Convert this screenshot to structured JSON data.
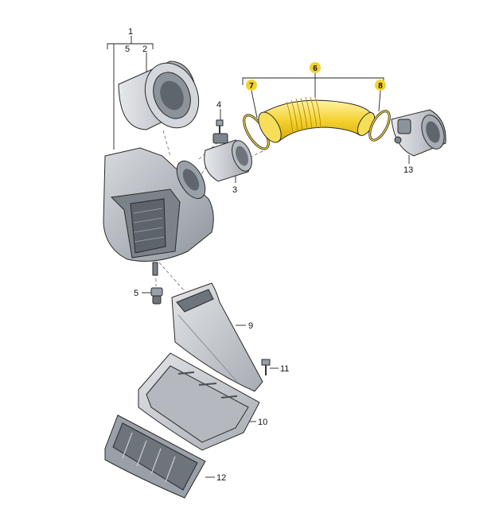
{
  "labels": {
    "p1": "1",
    "p5top": "5",
    "p2": "2",
    "p4": "4",
    "p3": "3",
    "p6": "6",
    "p7": "7",
    "p8": "8",
    "p13": "13",
    "p5": "5",
    "p9": "9",
    "p11": "11",
    "p10": "10",
    "p12": "12"
  },
  "colors": {
    "highlight": "#f3d230",
    "highlight_dark": "#d9a800",
    "part_gray": "#c9cdd3",
    "part_dark": "#8d939b",
    "line": "#222222"
  }
}
